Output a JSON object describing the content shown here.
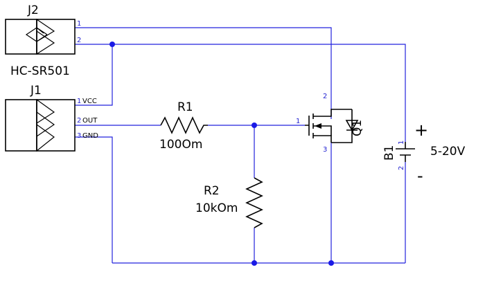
{
  "schematic": {
    "j2": {
      "ref": "J2",
      "value": "HC-SR501",
      "pin1": "1",
      "pin2": "2"
    },
    "j1": {
      "ref": "J1",
      "pins": [
        {
          "num": "1",
          "name": "VCC"
        },
        {
          "num": "2",
          "name": "OUT"
        },
        {
          "num": "3",
          "name": "GND"
        }
      ]
    },
    "r1": {
      "ref": "R1",
      "value": "100Om"
    },
    "r2": {
      "ref": "R2",
      "value": "10kOm"
    },
    "q1": {
      "ref": "Q1",
      "pin1": "1",
      "pin2": "2",
      "pin3": "3"
    },
    "b1": {
      "ref": "B1",
      "value": "5-20V",
      "pin1": "1",
      "pin2": "2",
      "plus": "+",
      "minus": "-"
    }
  },
  "colors": {
    "wire": "#2222dd",
    "junction": "#1a1ae6",
    "component": "#000000",
    "pin_number": "#1f1fd0"
  }
}
